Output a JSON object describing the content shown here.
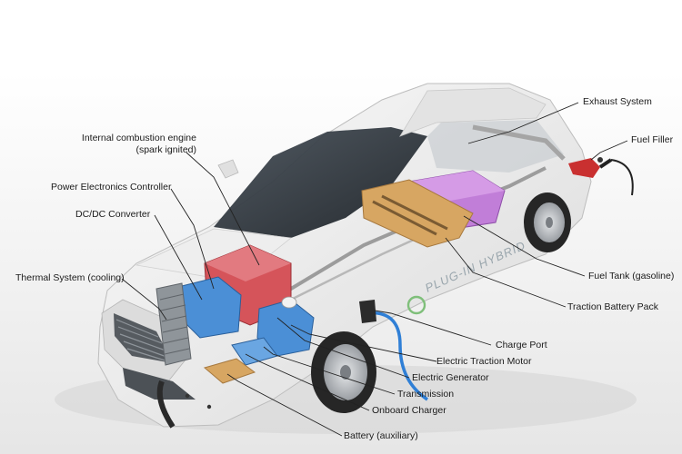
{
  "labels": {
    "exhaust_system": "Exhaust System",
    "fuel_filler": "Fuel Filler",
    "ice_line1": "Internal combustion engine",
    "ice_line2": "(spark ignited)",
    "power_electronics_controller": "Power Electronics Controller",
    "dcdc_converter": "DC/DC Converter",
    "thermal_system": "Thermal System (cooling)",
    "fuel_tank": "Fuel Tank (gasoline)",
    "traction_battery_pack": "Traction Battery Pack",
    "charge_port": "Charge Port",
    "electric_traction_motor": "Electric Traction Motor",
    "electric_generator": "Electric Generator",
    "transmission": "Transmission",
    "onboard_charger": "Onboard Charger",
    "battery_auxiliary": "Battery (auxiliary)"
  },
  "car_badge": "PLUG-IN HYBRID",
  "colors": {
    "background_top": "#ffffff",
    "background_floor": "#ececec",
    "car_body": "#f4f4f4",
    "glass": "#2c3236",
    "engine_red": "#d8545a",
    "electronics_blue": "#4a8fd6",
    "battery_purple": "#c27fd8",
    "fuel_tank_tan": "#d9a96a",
    "tire": "#2a2a2a",
    "wheel_rim": "#c9ccd0"
  }
}
